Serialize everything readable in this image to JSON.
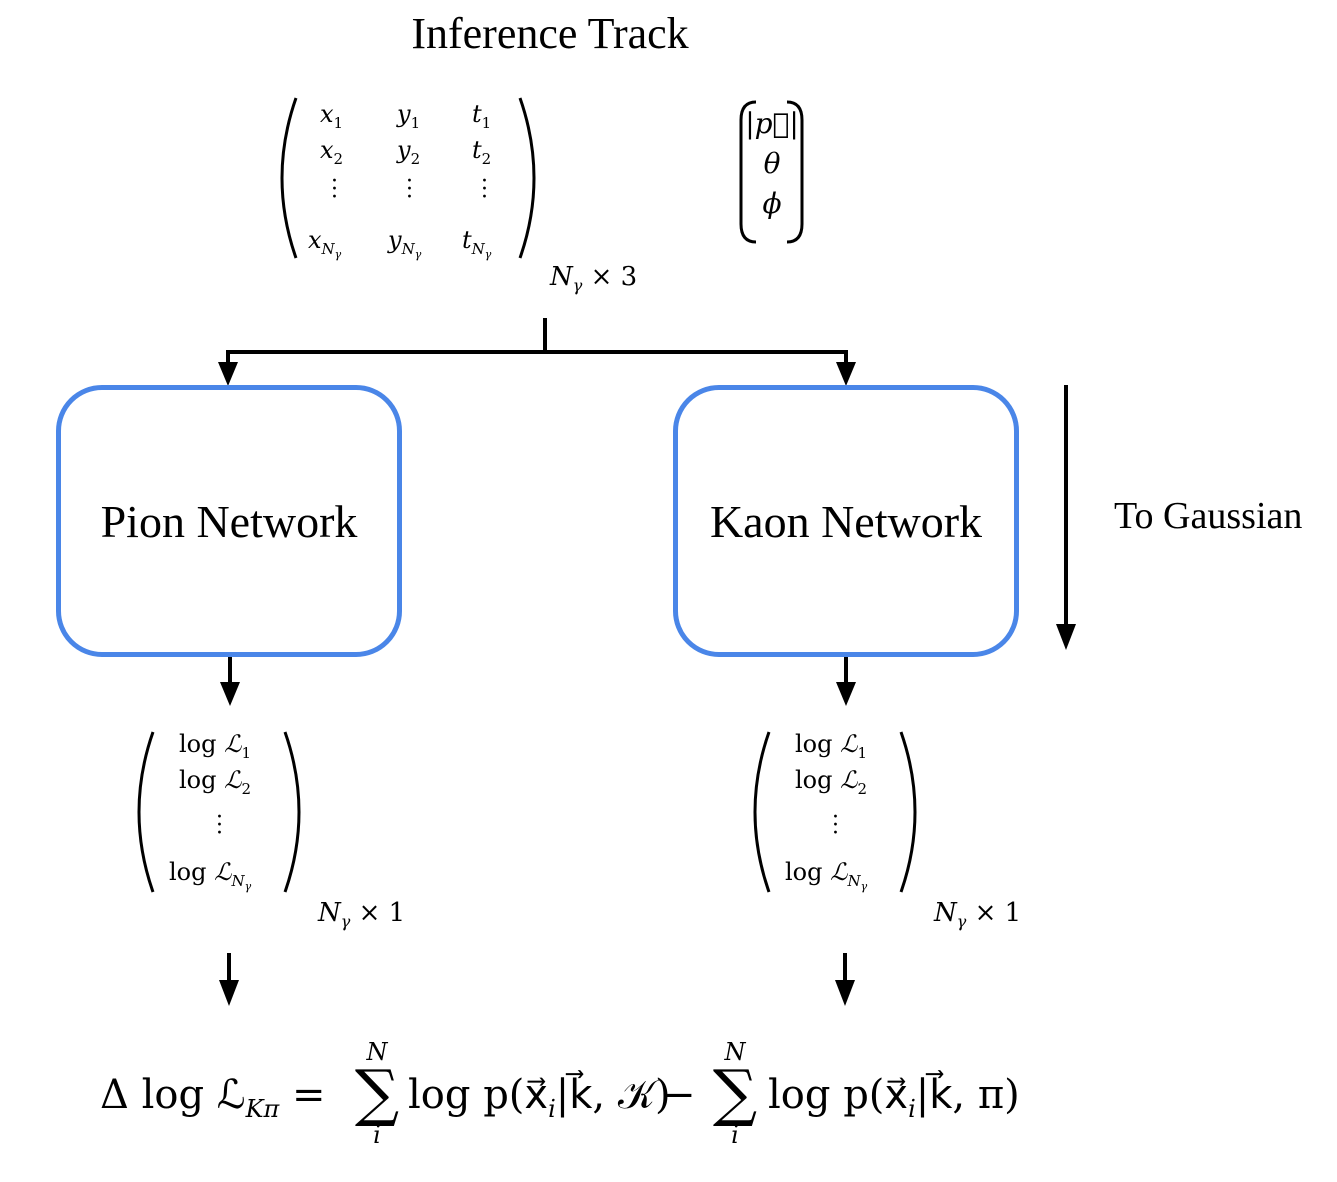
{
  "title": "Inference Track",
  "hit_matrix": {
    "rows": [
      [
        "x",
        "1",
        "y",
        "1",
        "t",
        "1"
      ],
      [
        "x",
        "2",
        "y",
        "2",
        "t",
        "2"
      ]
    ],
    "dims": "N",
    "dims_sub": "γ",
    "dims_rest": " × 3",
    "last_sub": "N",
    "last_subsub": "γ"
  },
  "kinematics": [
    "|p⃗|",
    "θ",
    "ϕ"
  ],
  "pion_network": "Pion Network",
  "kaon_network": "Kaon Network",
  "to_gaussian": "To Gaussian",
  "output_vector": {
    "log": "log",
    "script_L": "ℒ",
    "subs": [
      "1",
      "2"
    ],
    "last_sub": "N",
    "last_subsub": "γ",
    "dims": "N",
    "dims_sub": "γ",
    "dims_rest": " × 1"
  },
  "formula": {
    "lhs_delta": "Δ log ℒ",
    "lhs_sub": "Kπ",
    "equals": "=",
    "sum_top": "N",
    "sum_bottom": "i",
    "term1": "log p(x⃗",
    "term1_sub": "i",
    "term1_rest": "|k⃗, 𝒦)",
    "minus": "−",
    "term2": "log p(x⃗",
    "term2_sub": "i",
    "term2_rest": "|k⃗, π)"
  }
}
